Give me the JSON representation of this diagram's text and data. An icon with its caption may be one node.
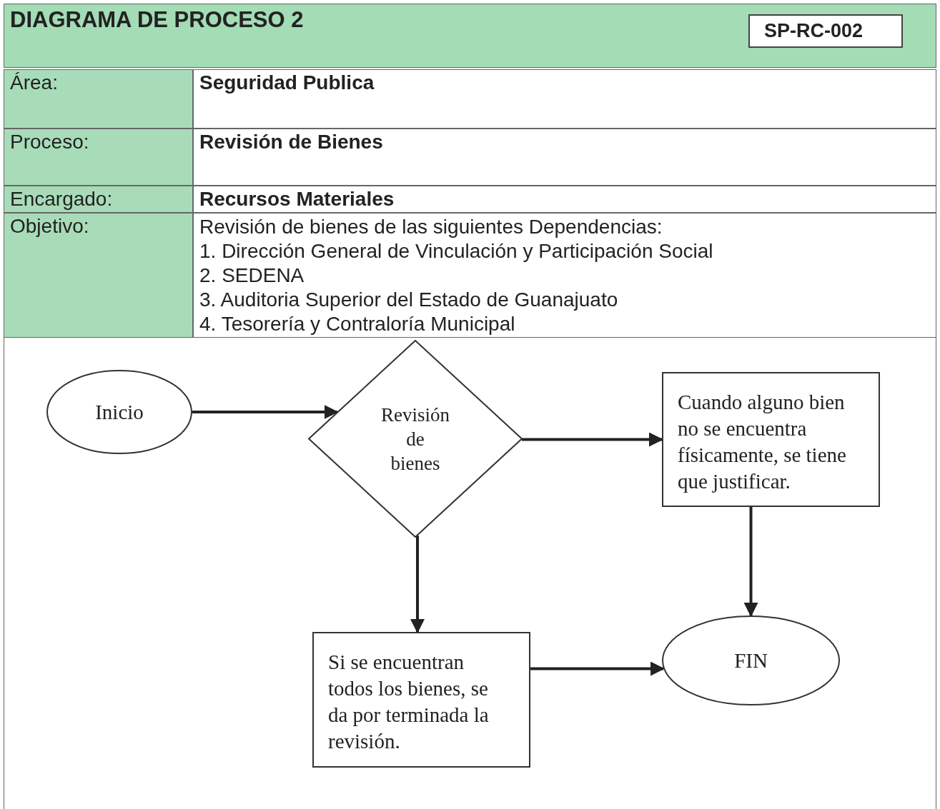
{
  "diagram": {
    "title": "DIAGRAMA DE PROCESO 2",
    "nodes": [
      {
        "text": [
          "Inicio"
        ]
      },
      {
        "text": [
          "Revisión de bienes"
        ]
      },
      {
        "text": [
          "Cuando alguno bien no se encuentra físicamente, se tiene que justificar."
        ]
      },
      {
        "text": [
          "Si se encuentran todos los bienes, se da por terminada la revisión."
        ]
      },
      {
        "text": [
          "FIN"
        ]
      }
    ],
    "edges": [
      {
        "from": 0,
        "to": 1,
        "arrow": "to"
      },
      {
        "from": 1,
        "to": 2,
        "arrow": "to"
      },
      {
        "from": 1,
        "to": 3,
        "arrow": "to"
      },
      {
        "from": 2,
        "to": 4,
        "arrow": "to"
      },
      {
        "from": 3,
        "to": 4,
        "arrow": "to"
      }
    ],
    "labels": [
      "SP-RC-002",
      "Área:",
      "Seguridad Publica",
      "Proceso:",
      "Revisión de Bienes",
      "Encargado:",
      "Recursos Materiales",
      "Objetivo:",
      "Revisión de bienes de las siguientes Dependencias:",
      "1. Dirección General de Vinculación y Participación Social",
      "2. SEDENA",
      "3. Auditoria Superior del Estado de Guanajuato",
      "4. Tesorería y Contraloría Municipal"
    ]
  }
}
